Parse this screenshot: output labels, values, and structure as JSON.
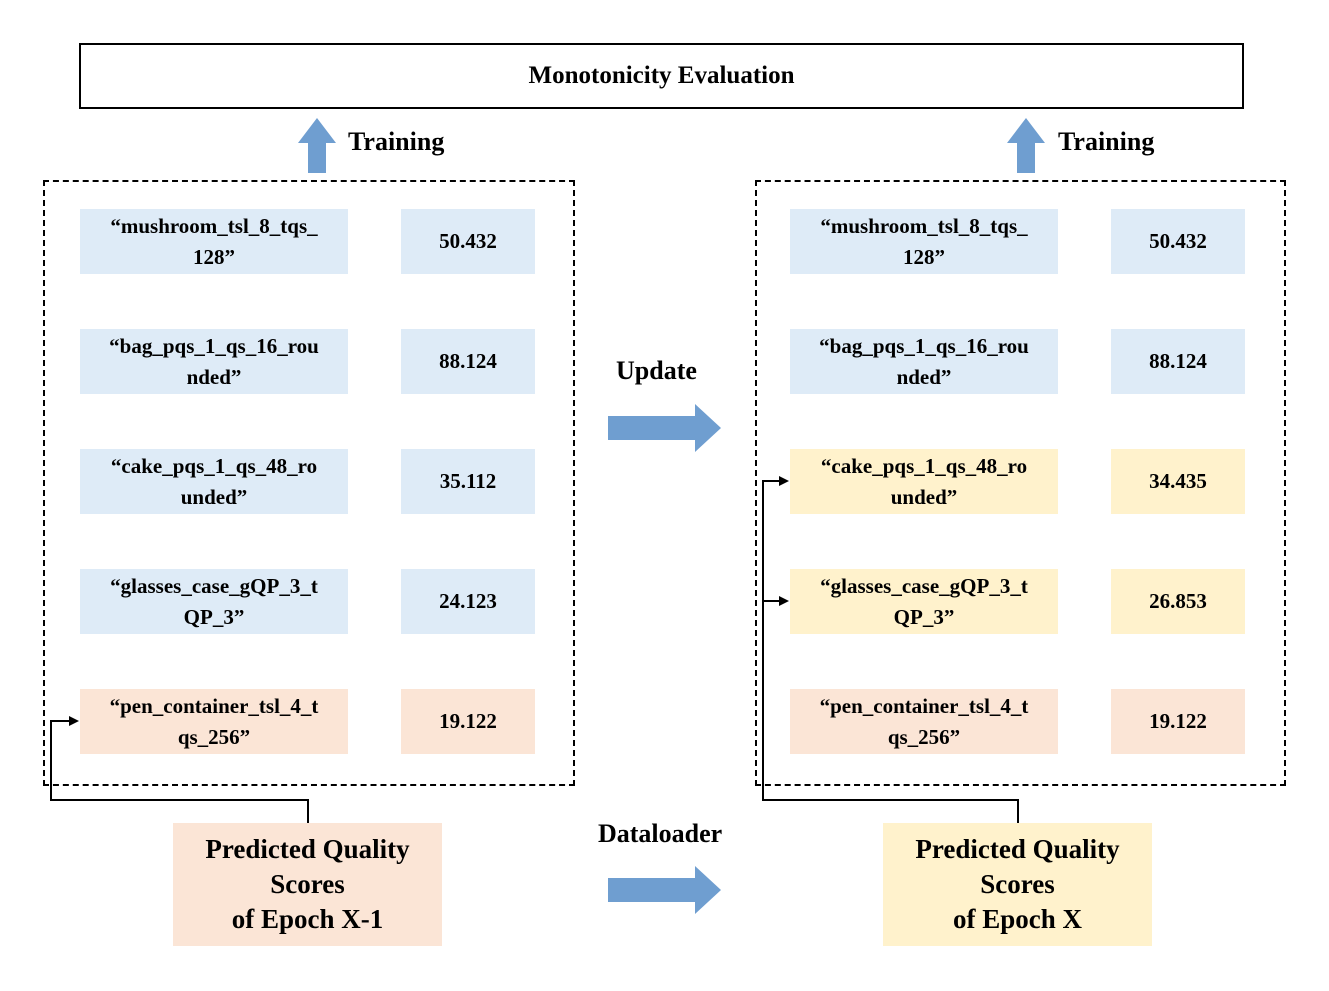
{
  "title": "Monotonicity Evaluation",
  "labels": {
    "training_left": "Training",
    "training_right": "Training",
    "update": "Update",
    "dataloader": "Dataloader"
  },
  "left_panel": {
    "rows": [
      {
        "name": "“mushroom_tsl_8_tqs_128”",
        "name_l1": "“mushroom_tsl_8_tqs_",
        "name_l2": "128”",
        "score": "50.432",
        "color": "blue"
      },
      {
        "name": "“bag_pqs_1_qs_16_rounded”",
        "name_l1": "“bag_pqs_1_qs_16_rou",
        "name_l2": "nded”",
        "score": "88.124",
        "color": "blue"
      },
      {
        "name": "“cake_pqs_1_qs_48_rounded”",
        "name_l1": "“cake_pqs_1_qs_48_ro",
        "name_l2": "unded”",
        "score": "35.112",
        "color": "blue"
      },
      {
        "name": "“glasses_case_gQP_3_tQP_3”",
        "name_l1": "“glasses_case_gQP_3_t",
        "name_l2": "QP_3”",
        "score": "24.123",
        "color": "blue"
      },
      {
        "name": "“pen_container_tsl_4_tqs_256”",
        "name_l1": "“pen_container_tsl_4_t",
        "name_l2": "qs_256”",
        "score": "19.122",
        "color": "orange"
      }
    ]
  },
  "right_panel": {
    "rows": [
      {
        "name": "“mushroom_tsl_8_tqs_128”",
        "name_l1": "“mushroom_tsl_8_tqs_",
        "name_l2": "128”",
        "score": "50.432",
        "color": "blue"
      },
      {
        "name": "“bag_pqs_1_qs_16_rounded”",
        "name_l1": "“bag_pqs_1_qs_16_rou",
        "name_l2": "nded”",
        "score": "88.124",
        "color": "blue"
      },
      {
        "name": "“cake_pqs_1_qs_48_rounded”",
        "name_l1": "“cake_pqs_1_qs_48_ro",
        "name_l2": "unded”",
        "score": "34.435",
        "color": "yellow"
      },
      {
        "name": "“glasses_case_gQP_3_tQP_3”",
        "name_l1": "“glasses_case_gQP_3_t",
        "name_l2": "QP_3”",
        "score": "26.853",
        "color": "yellow"
      },
      {
        "name": "“pen_container_tsl_4_tqs_256”",
        "name_l1": "“pen_container_tsl_4_t",
        "name_l2": "qs_256”",
        "score": "19.122",
        "color": "orange"
      }
    ]
  },
  "sources": {
    "left": {
      "line1": "Predicted Quality",
      "line2": "Scores",
      "line3": "of Epoch X-1",
      "color": "orange"
    },
    "right": {
      "line1": "Predicted Quality",
      "line2": "Scores",
      "line3": "of Epoch X",
      "color": "yellow"
    }
  },
  "colors": {
    "blue": "#deebf7",
    "orange": "#fbe5d6",
    "yellow": "#fff2cc",
    "arrow": "#6f9ed0"
  }
}
